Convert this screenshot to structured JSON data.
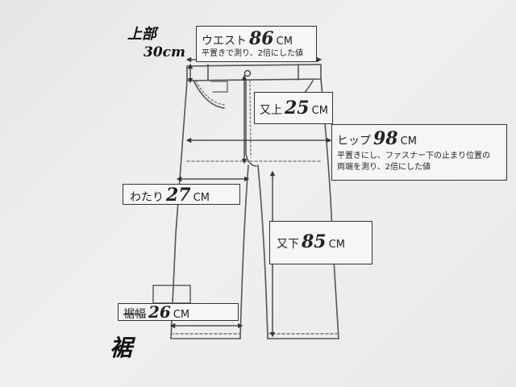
{
  "annotations": {
    "top_rise": {
      "label": "上部",
      "value": "30cm"
    },
    "hem": {
      "label": "裾"
    }
  },
  "measurements": {
    "waist": {
      "label": "ウエスト",
      "value": "86",
      "unit": "CM",
      "note": "平置きで測り、2倍にした値"
    },
    "front_rise": {
      "label": "又上",
      "value": "25",
      "unit": "CM"
    },
    "hip": {
      "label": "ヒップ",
      "value": "98",
      "unit": "CM",
      "note_line1": "平置きにし、ファスナー下の止まり位置の",
      "note_line2": "両端を測り、2倍にした値"
    },
    "thigh": {
      "label": "わたり",
      "value": "27",
      "unit": "CM"
    },
    "inseam": {
      "label": "又下",
      "value": "85",
      "unit": "CM"
    },
    "hem_width": {
      "label": "裾幅",
      "value": "26",
      "unit": "CM"
    }
  }
}
